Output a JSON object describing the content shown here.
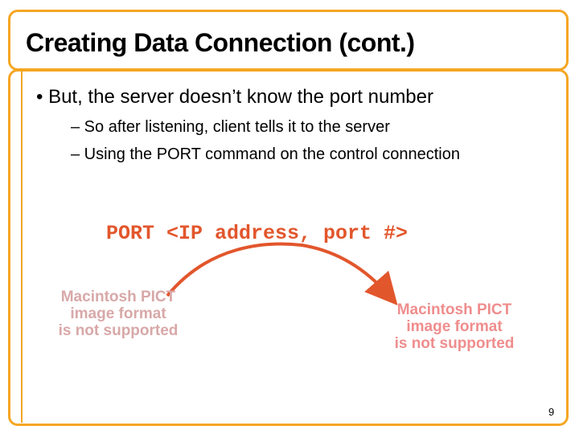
{
  "slide": {
    "title": "Creating Data Connection (cont.)",
    "bullet": "• But, the server doesn’t know the port number",
    "sub_items": [
      "– So after listening, client tells it to the server",
      "– Using the PORT command on the control connection"
    ],
    "command": "PORT <IP address, port #>",
    "placeholder_left": [
      "Macintosh PICT",
      "image format",
      "is not supported"
    ],
    "placeholder_right": [
      "Macintosh PICT",
      "image format",
      "is not supported"
    ],
    "page_number": "9"
  },
  "colors": {
    "accent": "#f5a623",
    "command": "#e2562c",
    "arrow": "#e2562c"
  }
}
